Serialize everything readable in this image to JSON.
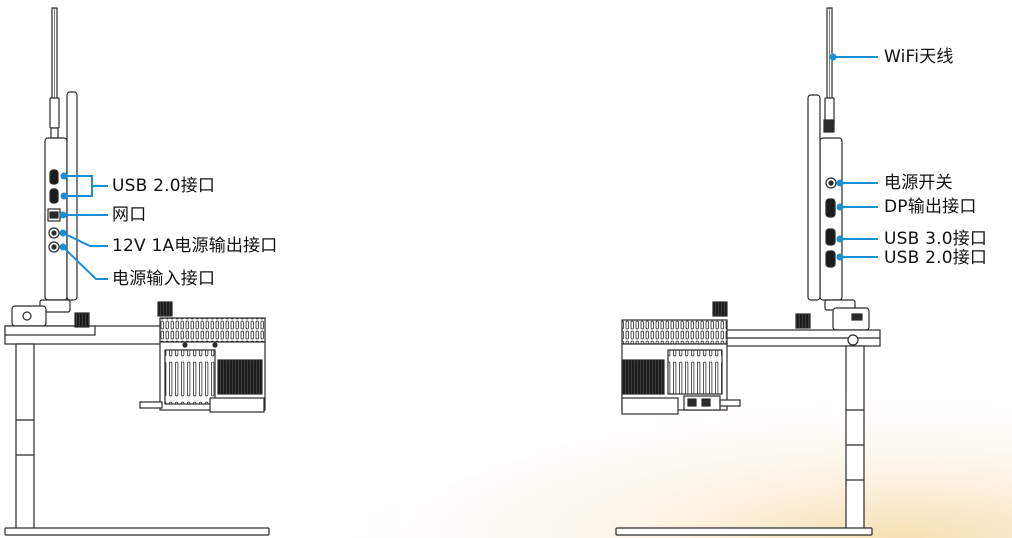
{
  "colors": {
    "callout": "#1a8fd6",
    "outline": "#2b2b2b",
    "glow": "#f7e2b8"
  },
  "left_device": {
    "callouts": [
      {
        "key": "usb20",
        "text": "USB 2.0接口"
      },
      {
        "key": "lan",
        "text": "网口"
      },
      {
        "key": "pwr_out",
        "text": "12V 1A电源输出接口"
      },
      {
        "key": "pwr_in",
        "text": "电源输入接口"
      }
    ]
  },
  "right_device": {
    "callouts": [
      {
        "key": "wifi",
        "text": "WiFi天线"
      },
      {
        "key": "power_switch",
        "text": "电源开关"
      },
      {
        "key": "dp_out",
        "text": "DP输出接口"
      },
      {
        "key": "usb30",
        "text": "USB 3.0接口"
      },
      {
        "key": "usb20",
        "text": "USB 2.0接口"
      }
    ]
  }
}
